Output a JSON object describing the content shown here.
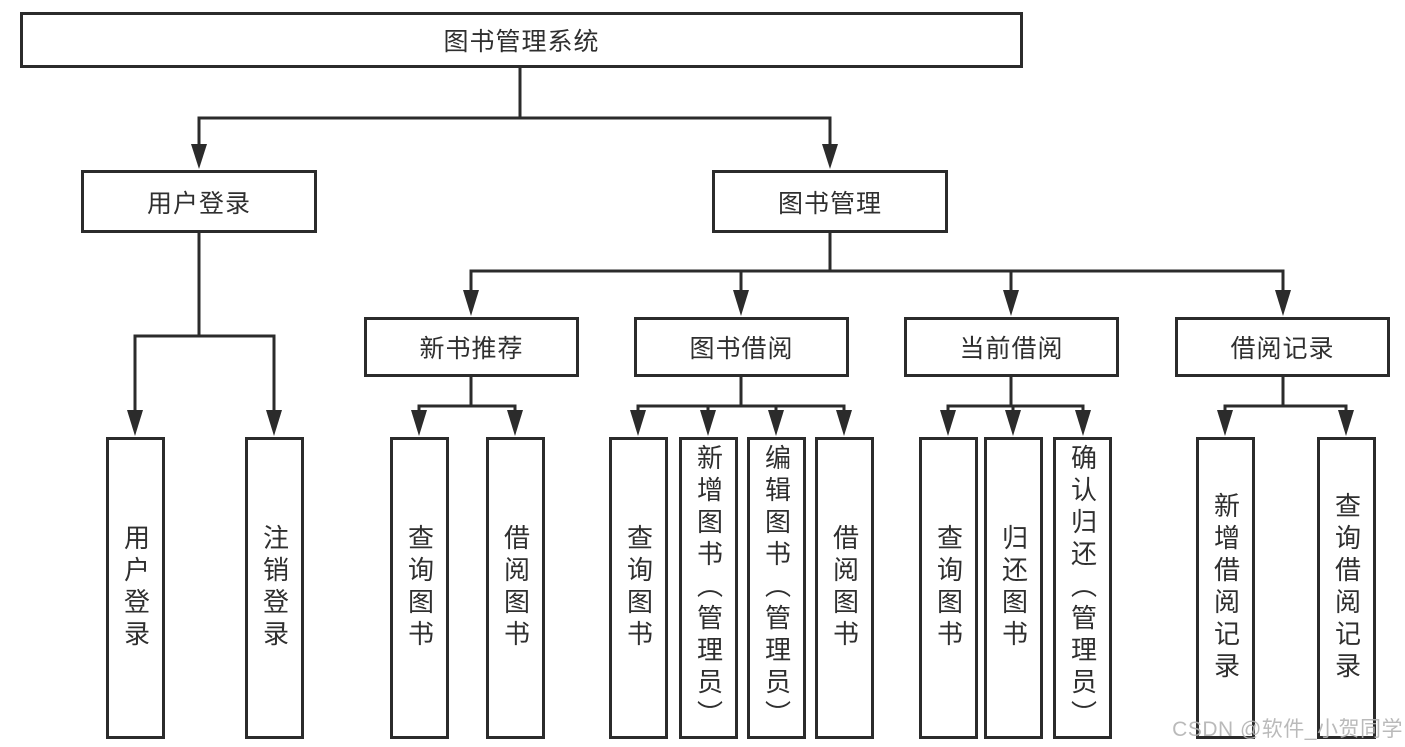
{
  "diagram": {
    "title": "图书管理系统",
    "level2": [
      {
        "label": "用户登录",
        "parent": "图书管理系统"
      },
      {
        "label": "图书管理",
        "parent": "图书管理系统"
      }
    ],
    "level3": [
      {
        "label": "新书推荐",
        "parent": "图书管理"
      },
      {
        "label": "图书借阅",
        "parent": "图书管理"
      },
      {
        "label": "当前借阅",
        "parent": "图书管理"
      },
      {
        "label": "借阅记录",
        "parent": "图书管理"
      }
    ],
    "leaves": [
      {
        "label": "用户登录",
        "parent": "用户登录"
      },
      {
        "label": "注销登录",
        "parent": "用户登录"
      },
      {
        "label": "查询图书",
        "parent": "新书推荐"
      },
      {
        "label": "借阅图书",
        "parent": "新书推荐"
      },
      {
        "label": "查询图书",
        "parent": "图书借阅"
      },
      {
        "label": "新增图书（管理员）",
        "parent": "图书借阅"
      },
      {
        "label": "编辑图书（管理员）",
        "parent": "图书借阅"
      },
      {
        "label": "借阅图书",
        "parent": "图书借阅"
      },
      {
        "label": "查询图书",
        "parent": "当前借阅"
      },
      {
        "label": "归还图书",
        "parent": "当前借阅"
      },
      {
        "label": "确认归还（管理员）",
        "parent": "当前借阅"
      },
      {
        "label": "新增借阅记录",
        "parent": "借阅记录"
      },
      {
        "label": "查询借阅记录",
        "parent": "借阅记录"
      }
    ],
    "watermark": "CSDN @软件_小贺同学",
    "colors": {
      "line": "#2b2b2b",
      "text": "#2f2f2f",
      "watermark": "#b3b3b3",
      "background": "#ffffff"
    }
  }
}
